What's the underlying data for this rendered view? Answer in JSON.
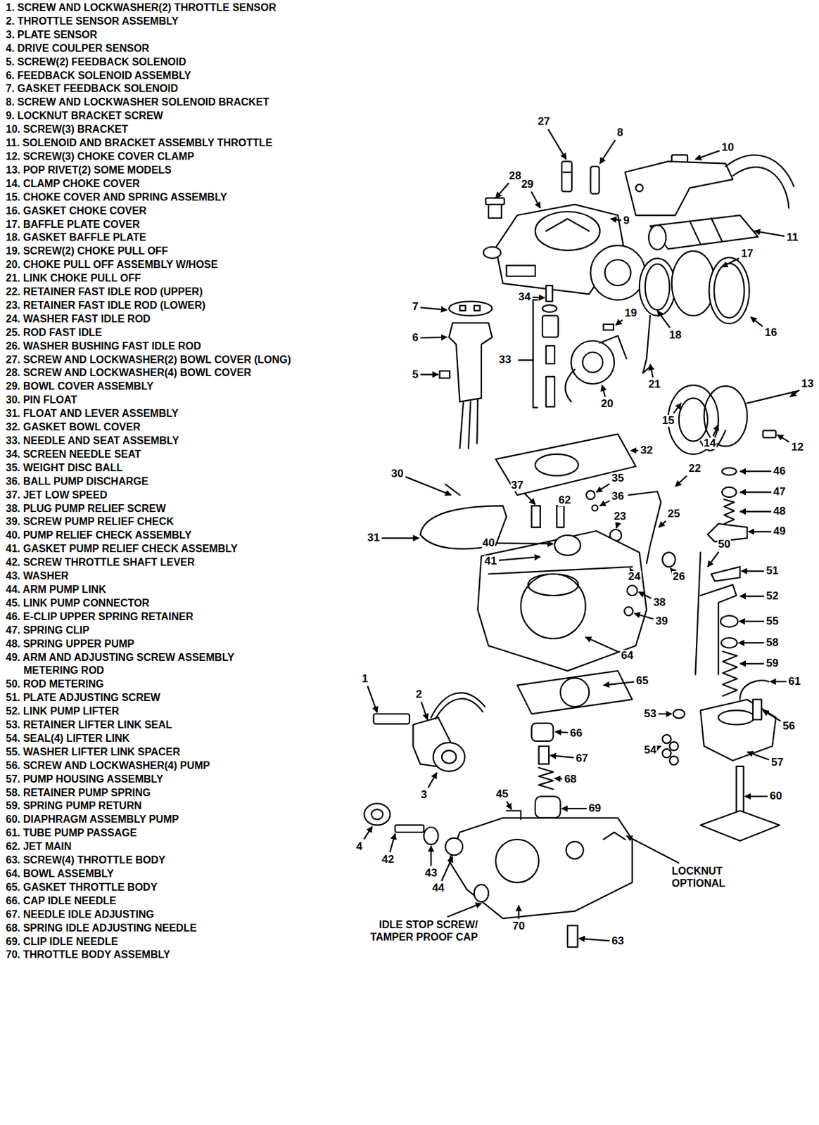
{
  "diagram": {
    "labels": [
      "1. SCREW AND LOCKWASHER(2) THROTTLE SENSOR",
      "2. THROTTLE SENSOR ASSEMBLY",
      "3. PLATE SENSOR",
      "4. DRIVE COULPER SENSOR",
      "5. SCREW(2) FEEDBACK SOLENOID",
      "6. FEEDBACK SOLENOID ASSEMBLY",
      "7. GASKET FEEDBACK SOLENOID",
      "8. SCREW AND LOCKWASHER SOLENOID BRACKET",
      "9. LOCKNUT BRACKET SCREW",
      "10. SCREW(3) BRACKET",
      "11. SOLENOID AND BRACKET ASSEMBLY THROTTLE",
      "12. SCREW(3) CHOKE COVER CLAMP",
      "13. POP RIVET(2) SOME MODELS",
      "14. CLAMP CHOKE COVER",
      "15. CHOKE COVER AND SPRING ASSEMBLY",
      "16. GASKET CHOKE COVER",
      "17. BAFFLE PLATE COVER",
      "18. GASKET BAFFLE PLATE",
      "19. SCREW(2) CHOKE PULL OFF",
      "20. CHOKE PULL OFF ASSEMBLY W/HOSE",
      "21. LINK CHOKE PULL OFF",
      "22. RETAINER FAST IDLE ROD (UPPER)",
      "23. RETAINER FAST IDLE ROD (LOWER)",
      "24. WASHER FAST IDLE ROD",
      "25. ROD FAST IDLE",
      "26. WASHER BUSHING FAST IDLE ROD",
      "27. SCREW AND LOCKWASHER(2) BOWL COVER (LONG)",
      "28. SCREW AND LOCKWASHER(4) BOWL COVER",
      "29. BOWL COVER ASSEMBLY",
      "30. PIN FLOAT",
      "31. FLOAT AND LEVER ASSEMBLY",
      "32. GASKET BOWL COVER",
      "33. NEEDLE AND SEAT ASSEMBLY",
      "34. SCREEN NEEDLE SEAT",
      "35. WEIGHT DISC BALL",
      "36. BALL PUMP DISCHARGE",
      "37. JET LOW SPEED",
      "38. PLUG PUMP RELIEF SCREW",
      "39. SCREW PUMP RELIEF CHECK",
      "40. PUMP RELIEF CHECK ASSEMBLY",
      "41. GASKET PUMP RELIEF CHECK ASSEMBLY",
      "42. SCREW THROTTLE SHAFT LEVER",
      "43. WASHER",
      "44. ARM PUMP LINK",
      "45. LINK PUMP CONNECTOR",
      "46. E-CLIP UPPER SPRING RETAINER",
      "47. SPRING CLIP",
      "48. SPRING UPPER PUMP",
      "49. ARM AND ADJUSTING SCREW ASSEMBLY METERING ROD",
      "50. ROD METERING",
      "51. PLATE ADJUSTING SCREW",
      "52. LINK PUMP LIFTER",
      "53. RETAINER LIFTER LINK SEAL",
      "54. SEAL(4) LIFTER LINK",
      "55. WASHER LIFTER LINK SPACER",
      "56. SCREW AND LOCKWASHER(4) PUMP",
      "57. PUMP HOUSING ASSEMBLY",
      "58. RETAINER PUMP SPRING",
      "59. SPRING PUMP RETURN",
      "60. DIAPHRAGM ASSEMBLY PUMP",
      "61. TUBE PUMP PASSAGE",
      "62. JET MAIN",
      "63. SCREW(4) THROTTLE BODY",
      "64. BOWL ASSEMBLY",
      "65. GASKET THROTTLE BODY",
      "66. CAP IDLE NEEDLE",
      "67. NEEDLE IDLE ADJUSTING",
      "68. SPRING IDLE ADJUSTING NEEDLE",
      "69. CLIP IDLE NEEDLE",
      "70. THROTTLE BODY ASSEMBLY",
      "27",
      "8",
      "10",
      "28",
      "29",
      "9",
      "11",
      "17",
      "7",
      "34",
      "19",
      "18",
      "16",
      "6",
      "33",
      "5",
      "20",
      "21",
      "13",
      "15",
      "14",
      "12",
      "32",
      "30",
      "22",
      "46",
      "37",
      "62",
      "35",
      "36",
      "47",
      "48",
      "25",
      "23",
      "31",
      "40",
      "49",
      "41",
      "24",
      "26",
      "50",
      "51",
      "38",
      "52",
      "39",
      "55",
      "58",
      "64",
      "59",
      "65",
      "61",
      "1",
      "2",
      "53",
      "56",
      "66",
      "54",
      "57",
      "67",
      "68",
      "3",
      "45",
      "60",
      "69",
      "4",
      "42",
      "44",
      "43",
      "70",
      "63",
      "LOCKNUT OPTIONAL",
      "IDLE STOP SCREW/ TAMPER PROOF CAP"
    ]
  }
}
